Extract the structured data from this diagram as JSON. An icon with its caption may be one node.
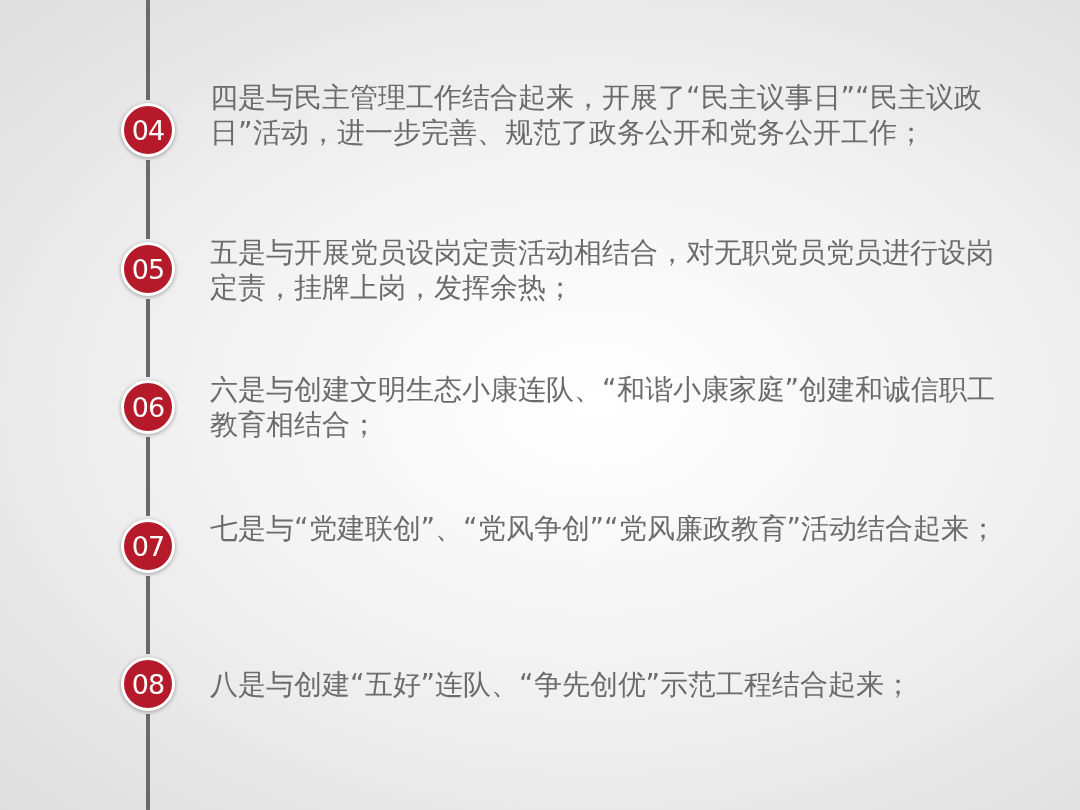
{
  "diagram": {
    "nodes": [
      {
        "text": [
          "04"
        ],
        "beside": [
          "四是与民主管理工作结合起来，开展了“民主议事日”“民主议政日”活动，进一步完善、规范了政务公开和党务公开工作；"
        ]
      },
      {
        "text": [
          "05"
        ],
        "beside": [
          "五是与开展党员设岗定责活动相结合，对无职党员党员进行设岗定责，挂牌上岗，发挥余热；"
        ]
      },
      {
        "text": [
          "06"
        ],
        "beside": [
          "六是与创建文明生态小康连队、“和谐小康家庭”创建和诚信职工教育相结合；"
        ]
      },
      {
        "text": [
          "07"
        ],
        "beside": [
          "七是与“党建联创”、“党风争创”“党风廉政教育”活动结合起来；"
        ]
      },
      {
        "text": [
          "08"
        ],
        "beside": [
          "八是与创建“五好”连队、“争先创优”示范工程结合起来；"
        ]
      }
    ],
    "edges": [
      {
        "from": null,
        "to": 0,
        "arrow": "none"
      },
      {
        "from": 0,
        "to": 1,
        "arrow": "none"
      },
      {
        "from": 1,
        "to": 2,
        "arrow": "none"
      },
      {
        "from": 2,
        "to": 3,
        "arrow": "none"
      },
      {
        "from": 3,
        "to": 4,
        "arrow": "none"
      },
      {
        "from": 4,
        "to": null,
        "arrow": "none"
      }
    ]
  }
}
